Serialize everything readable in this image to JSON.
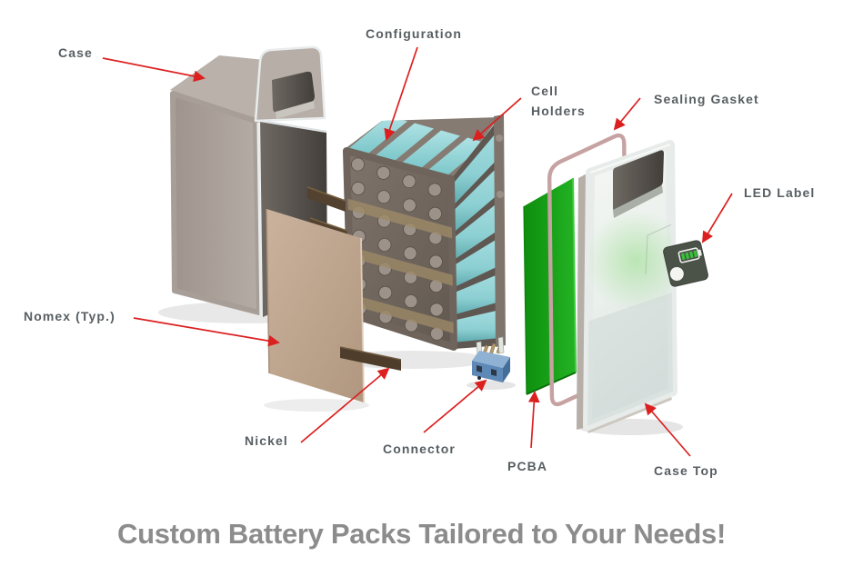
{
  "diagram": {
    "title": "Custom Battery Packs Tailored to Your Needs!",
    "labels": {
      "case": "Case",
      "configuration": "Configuration",
      "cell_holders": "Cell Holders",
      "sealing_gasket": "Sealing Gasket",
      "led_label": "LED Label",
      "nomex": "Nomex (Typ.)",
      "nickel": "Nickel",
      "connector": "Connector",
      "pcba": "PCBA",
      "case_top": "Case Top"
    },
    "colors": {
      "arrow_red": "#dc2020",
      "label_text": "#575e62",
      "title_text": "#8c8c8c",
      "case_taupe": "#aba29b",
      "cell_cyan": "#97d8da",
      "holder_grey": "#6f665f",
      "nomex_tan": "#c2aa95",
      "nickel_brown": "#4e3d2c",
      "connector_blue": "#5e88b5",
      "pcb_green": "#129c12",
      "gasket_pink": "#c7a2a2",
      "case_top_white": "#eef1ee",
      "led_bar_green": "#38c23a"
    }
  }
}
